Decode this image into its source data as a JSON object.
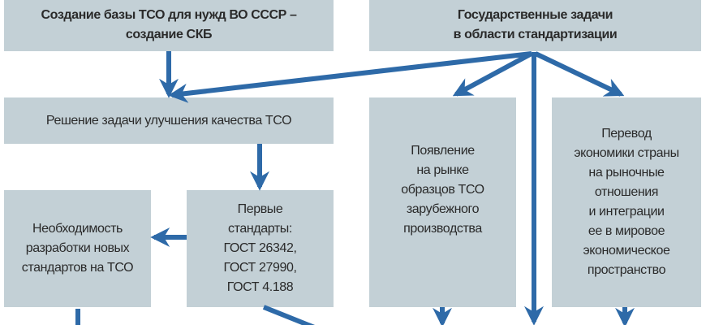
{
  "colors": {
    "box": "#c3d0d6",
    "arrow": "#2e6aa8"
  },
  "boxes": {
    "creation": "Создание базы ТСО для нужд ВО СССР –\nсоздание СКБ",
    "state_tasks": "Государственные задачи\nв области стандартизации",
    "quality": "Решение задачи улучшения качества ТСО",
    "foreign": "Появление\nна рынке\nобразцов ТСО\nзарубежного\nпроизводства",
    "transition": "Перевод\nэкономики страны\nна рыночные\nотношения\nи интеграции\nее в мировое\nэкономическое\nпространство",
    "necessity": "Необходимость\nразработки новых\nстандартов на ТСО",
    "first_standards": "Первые\nстандарты:\nГОСТ 26342,\nГОСТ 27990,\nГОСТ 4.188"
  }
}
